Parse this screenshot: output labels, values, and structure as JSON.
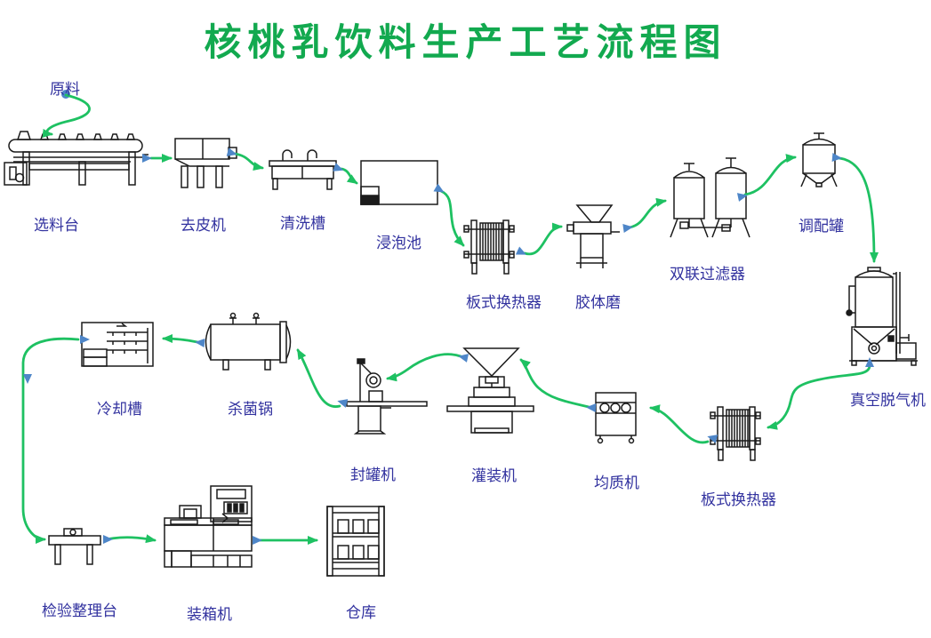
{
  "title": {
    "text": "核桃乳饮料生产工艺流程图",
    "color": "#12a94f"
  },
  "colors": {
    "title_green": "#12a94f",
    "connector_green": "#1ec162",
    "connector_attach_blue": "#4e86c8",
    "label_blue": "#32329f",
    "equipment_line": "#1b1b1b"
  },
  "source": {
    "label": "原料"
  },
  "nodes": [
    {
      "id": "selection-table",
      "label": "选料台"
    },
    {
      "id": "peeling-machine",
      "label": "去皮机"
    },
    {
      "id": "washing-tank",
      "label": "清洗槽"
    },
    {
      "id": "soaking-pool",
      "label": "浸泡池"
    },
    {
      "id": "plate-heat-exchanger-1",
      "label": "板式换热器"
    },
    {
      "id": "colloid-mill",
      "label": "胶体磨"
    },
    {
      "id": "duplex-filter",
      "label": "双联过滤器"
    },
    {
      "id": "blending-tank",
      "label": "调配罐"
    },
    {
      "id": "vacuum-degasser",
      "label": "真空脱气机"
    },
    {
      "id": "plate-heat-exchanger-2",
      "label": "板式换热器"
    },
    {
      "id": "homogenizer",
      "label": "均质机"
    },
    {
      "id": "filling-machine",
      "label": "灌装机"
    },
    {
      "id": "can-sealing-machine",
      "label": "封罐机"
    },
    {
      "id": "sterilizing-pot",
      "label": "杀菌锅"
    },
    {
      "id": "cooling-tank",
      "label": "冷却槽"
    },
    {
      "id": "inspection-table",
      "label": "检验整理台"
    },
    {
      "id": "boxing-machine",
      "label": "装箱机"
    },
    {
      "id": "warehouse",
      "label": "仓库"
    }
  ],
  "flow_sequence": [
    "原料",
    "选料台",
    "去皮机",
    "清洗槽",
    "浸泡池",
    "板式换热器",
    "胶体磨",
    "双联过滤器",
    "调配罐",
    "真空脱气机",
    "板式换热器",
    "均质机",
    "灌装机",
    "封罐机",
    "杀菌锅",
    "冷却槽",
    "检验整理台",
    "装箱机",
    "仓库"
  ]
}
